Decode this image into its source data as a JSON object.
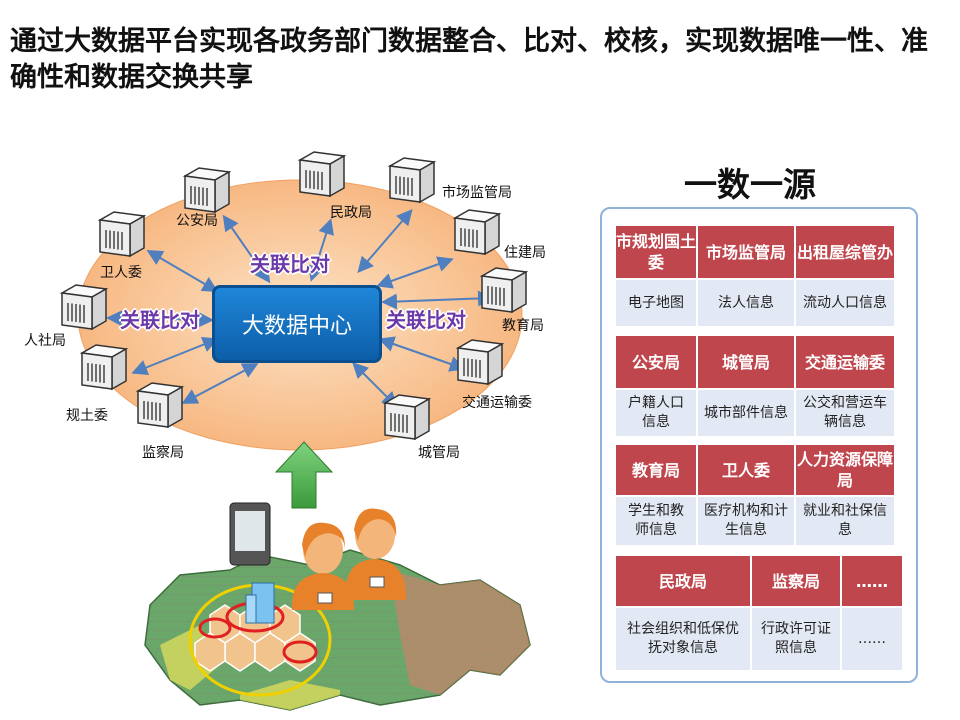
{
  "title": "通过大数据平台实现各政务部门数据整合、比对、校核，实现数据唯一性、准确性和数据交换共享",
  "hub": {
    "center_label": "大数据中心",
    "compare_labels": [
      "关联比对",
      "关联比对",
      "关联比对"
    ],
    "nodes": [
      "公安局",
      "民政局",
      "市场监管局",
      "住建局",
      "教育局",
      "交通运输委",
      "城管局",
      "监察局",
      "规土委",
      "人社局",
      "卫人委"
    ]
  },
  "right": {
    "title": "一数一源",
    "groups": [
      {
        "headers": [
          "市规划国土委",
          "市场监管局",
          "出租屋综管办"
        ],
        "items": [
          "电子地图",
          "法人信息",
          "流动人口信息"
        ]
      },
      {
        "headers": [
          "公安局",
          "城管局",
          "交通运输委"
        ],
        "items": [
          "户籍人口信息",
          "城市部件信息",
          "公交和营运车辆信息"
        ]
      },
      {
        "headers": [
          "教育局",
          "卫人委",
          "人力资源保障局"
        ],
        "items": [
          "学生和教师信息",
          "医疗机构和计生信息",
          "就业和社保信息"
        ]
      },
      {
        "headers": [
          "民政局",
          "监察局",
          "……"
        ],
        "items": [
          "社会组织和低保优抚对象信息",
          "行政许可证照信息",
          "……"
        ]
      }
    ]
  },
  "colors": {
    "header_red": "#c0464d",
    "cell_blue": "#e3e9f4",
    "center_blue": "#1f86d8",
    "ellipse": "#f9c99a",
    "compare_purple": "#6b39a8",
    "arrow_green": "#5cb85c"
  }
}
